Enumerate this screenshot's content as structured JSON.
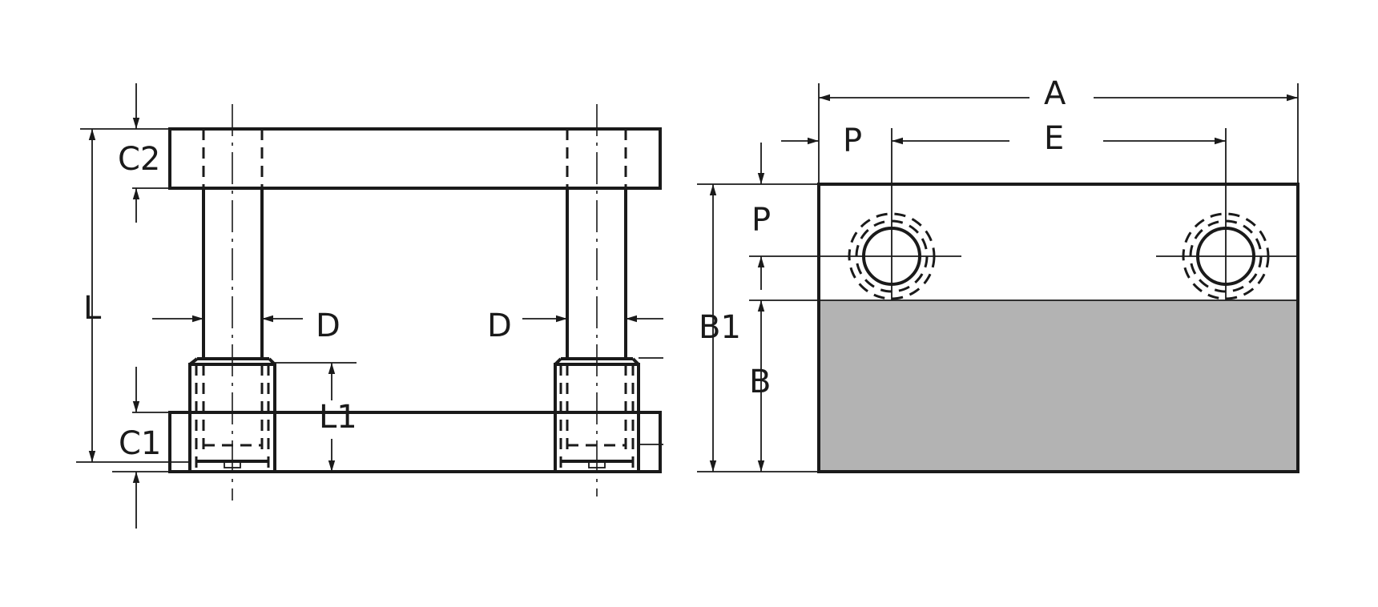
{
  "labels": {
    "C2": "C2",
    "L": "L",
    "D_left": "D",
    "D_right": "D",
    "L1": "L1",
    "C1": "C1",
    "A": "A",
    "P_top": "P",
    "E": "E",
    "P_side": "P",
    "B1": "B1",
    "B": "B"
  },
  "colors": {
    "line": "#1a1a1a",
    "fill_shaded": "#b3b3b3"
  }
}
